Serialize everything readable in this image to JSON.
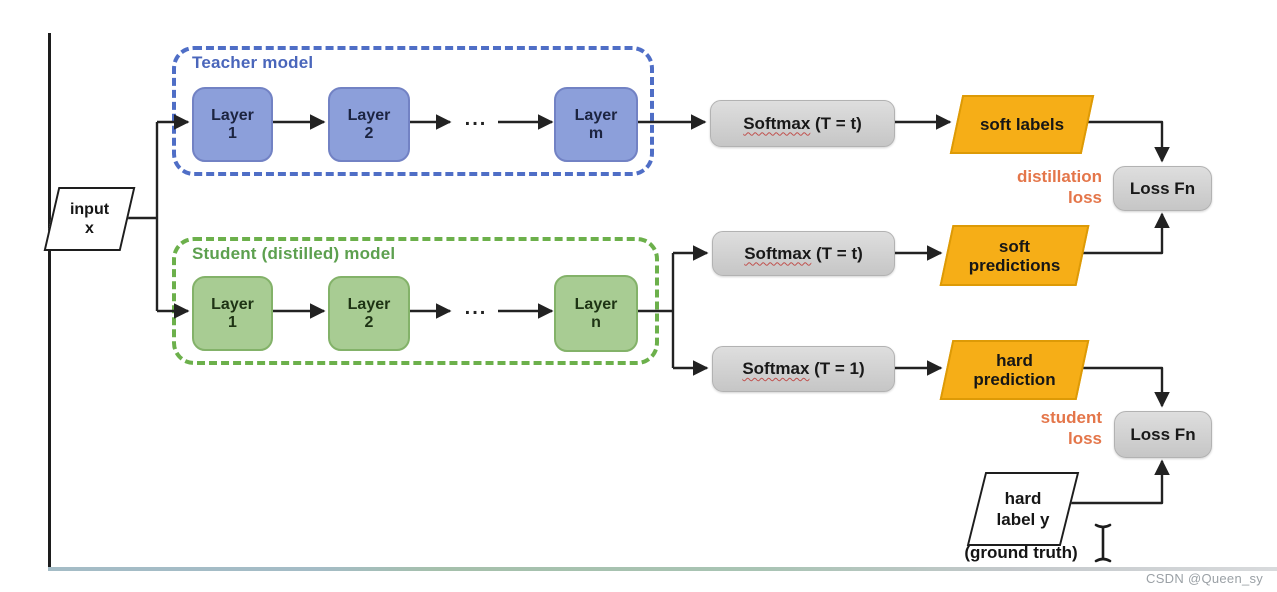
{
  "colors": {
    "teacher-accent": "#4a66bb",
    "teacher-fill": "#8c9fda",
    "teacher-border": "#7282c4",
    "teacher-dash": "#4f6ec6",
    "student-accent": "#5da04f",
    "student-fill": "#a8cc93",
    "student-border": "#83b269",
    "student-dash": "#6cb04b",
    "softmax-fill": "#c6c6c6",
    "softmax-fill-light": "#dedede",
    "node-border-gray": "#b2b2b2",
    "orange-fill": "#f6ae17",
    "orange-border": "#dd9a06",
    "loss-text": "#e4764a",
    "squiggle": "#c0504d",
    "watermark-color": "#9ba1a6"
  },
  "diagram": {
    "input": {
      "line1": "input",
      "line2": "x"
    },
    "teacher": {
      "title": "Teacher model",
      "ellipsis": "...",
      "layers": [
        {
          "line1": "Layer",
          "line2": "1"
        },
        {
          "line1": "Layer",
          "line2": "2"
        },
        {
          "line1": "Layer",
          "line2": "m"
        }
      ]
    },
    "student": {
      "title": "Student (distilled) model",
      "ellipsis": "...",
      "layers": [
        {
          "line1": "Layer",
          "line2": "1"
        },
        {
          "line1": "Layer",
          "line2": "2"
        },
        {
          "line1": "Layer",
          "line2": "n"
        }
      ]
    },
    "softmax_teacher": {
      "word": "Softmax",
      "temp": " (T = t)"
    },
    "softmax_soft": {
      "word": "Softmax",
      "temp": " (T = t)"
    },
    "softmax_hard": {
      "word": "Softmax",
      "temp": " (T = 1)"
    },
    "soft_labels": "soft labels",
    "soft_predictions": {
      "line1": "soft",
      "line2": "predictions"
    },
    "hard_prediction": {
      "line1": "hard",
      "line2": "prediction"
    },
    "distillation_loss": {
      "line1": "distillation",
      "line2": "loss"
    },
    "student_loss": {
      "line1": "student",
      "line2": "loss"
    },
    "loss_fn_top": "Loss Fn",
    "loss_fn_bottom": "Loss Fn",
    "hard_label": {
      "line1": "hard",
      "line2": "label y"
    },
    "ground_truth": "(ground truth)",
    "watermark": "CSDN @Queen_sy"
  }
}
